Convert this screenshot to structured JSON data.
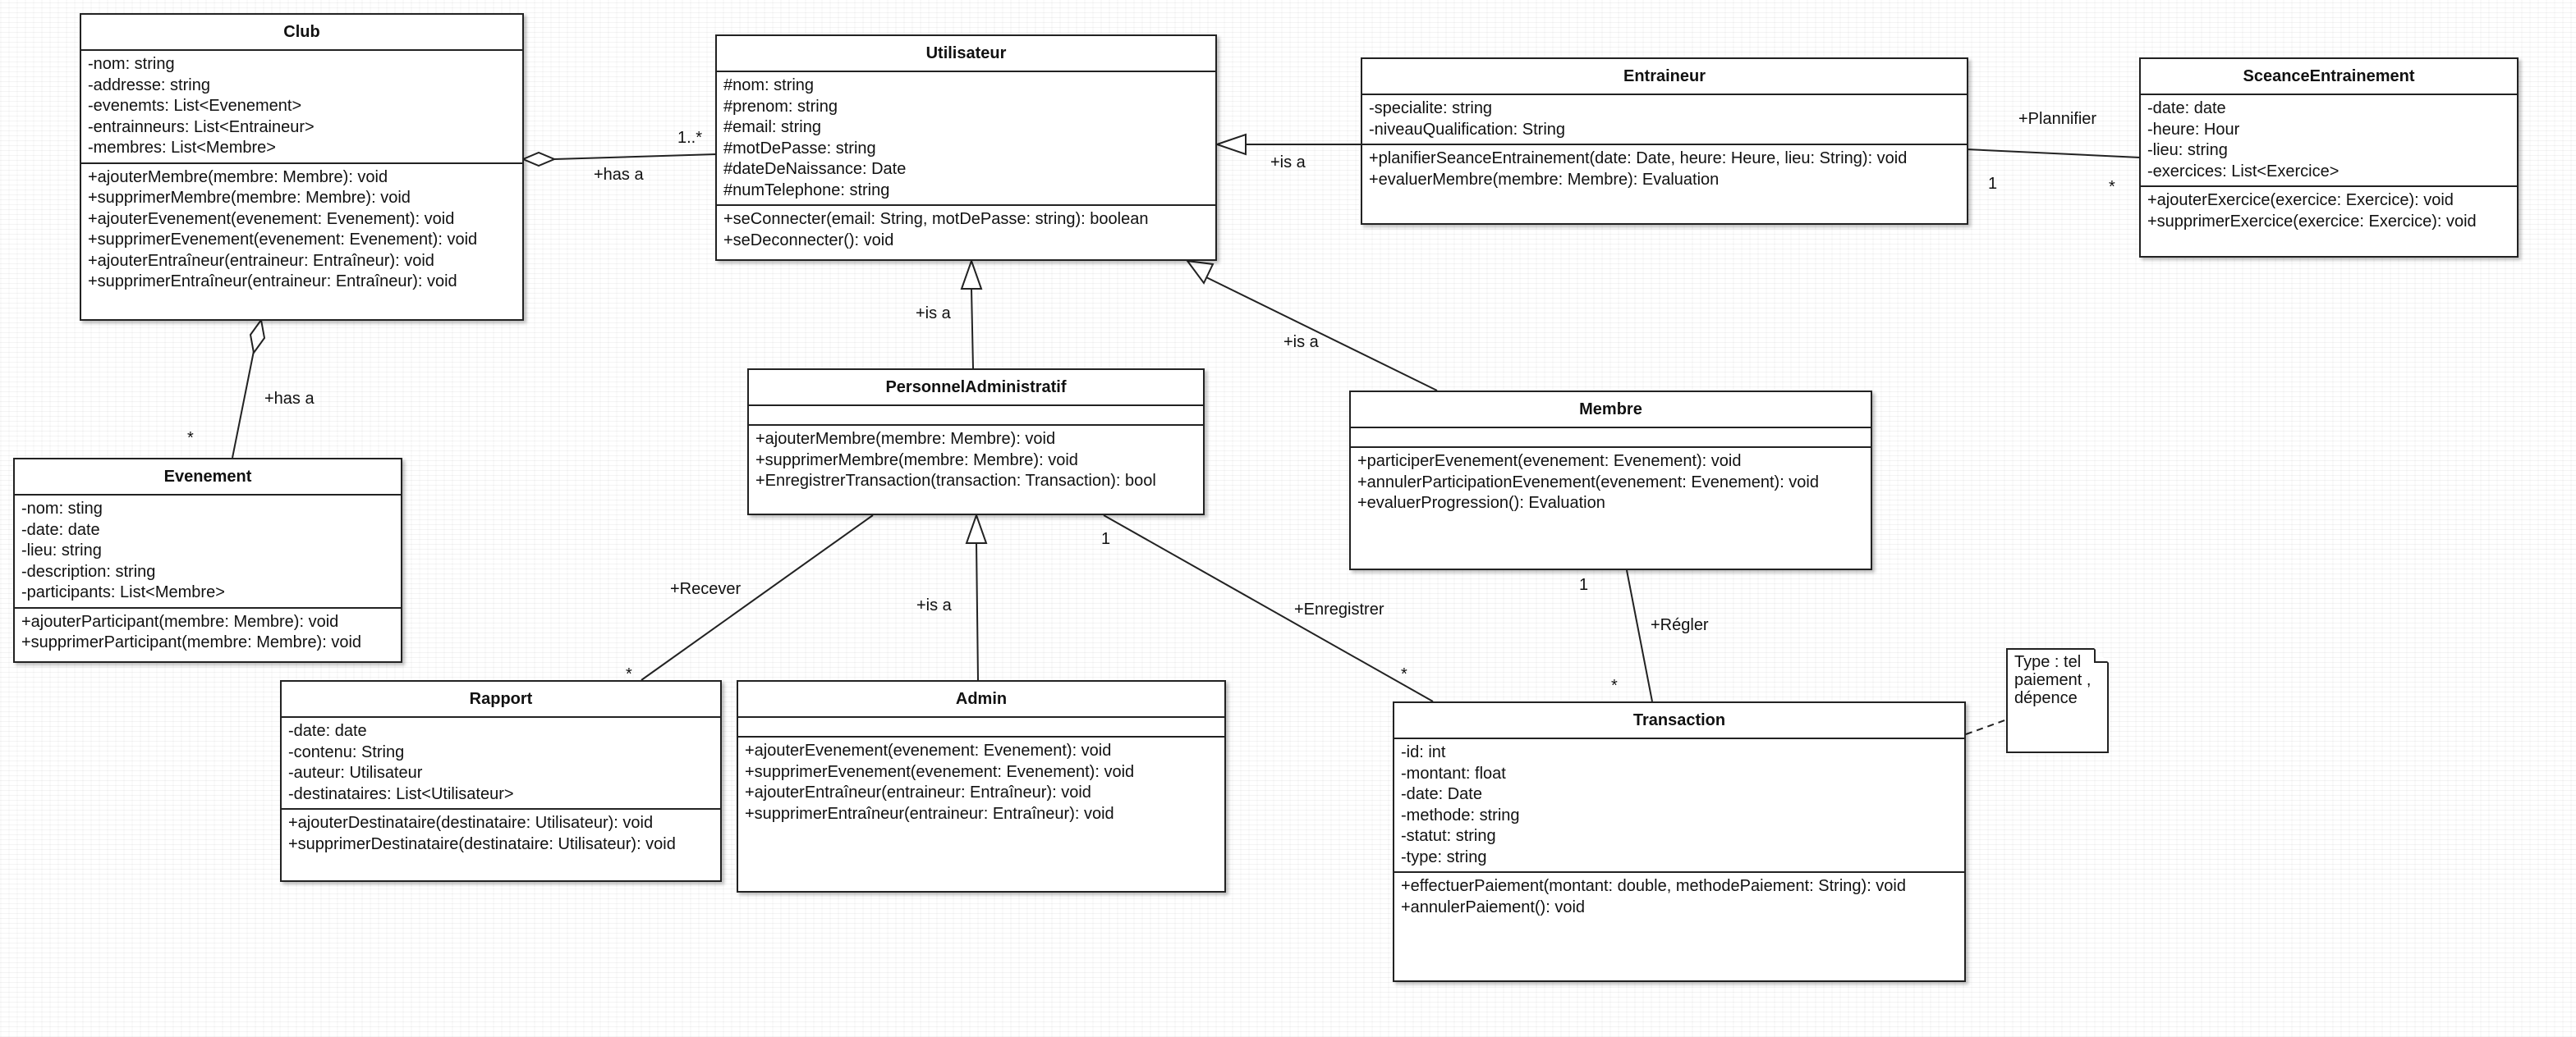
{
  "classes": {
    "club": {
      "name": "Club",
      "attributes": [
        "-nom: string",
        "-addresse: string",
        "-evenemts: List<Evenement>",
        "-entrainneurs: List<Entraineur>",
        "-membres: List<Membre>"
      ],
      "operations": [
        "+ajouterMembre(membre: Membre): void",
        "+supprimerMembre(membre: Membre): void",
        "+ajouterEvenement(evenement: Evenement): void",
        "+supprimerEvenement(evenement: Evenement): void",
        "+ajouterEntraîneur(entraineur: Entraîneur): void",
        "+supprimerEntraîneur(entraineur: Entraîneur): void"
      ]
    },
    "utilisateur": {
      "name": "Utilisateur",
      "attributes": [
        "#nom: string",
        "#prenom: string",
        "#email: string",
        "#motDePasse: string",
        "#dateDeNaissance: Date",
        "#numTelephone: string"
      ],
      "operations": [
        "+seConnecter(email: String, motDePasse: string): boolean",
        "+seDeconnecter(): void"
      ]
    },
    "entraineur": {
      "name": "Entraineur",
      "attributes": [
        "-specialite: string",
        "-niveauQualification: String"
      ],
      "operations": [
        "+planifierSeanceEntrainement(date: Date, heure: Heure, lieu: String): void",
        "+evaluerMembre(membre: Membre): Evaluation"
      ]
    },
    "seance": {
      "name": "SceanceEntrainement",
      "attributes": [
        "-date: date",
        "-heure: Hour",
        "-lieu: string",
        "-exercices: List<Exercice>"
      ],
      "operations": [
        "+ajouterExercice(exercice: Exercice): void",
        "+supprimerExercice(exercice: Exercice): void"
      ]
    },
    "evenement": {
      "name": "Evenement",
      "attributes": [
        "-nom: sting",
        "-date: date",
        "-lieu: string",
        "-description: string",
        "-participants: List<Membre>"
      ],
      "operations": [
        "+ajouterParticipant(membre: Membre): void",
        "+supprimerParticipant(membre: Membre): void"
      ]
    },
    "personnel": {
      "name": "PersonnelAdministratif",
      "attributes": [],
      "operations": [
        "+ajouterMembre(membre: Membre): void",
        "+supprimerMembre(membre: Membre): void",
        "+EnregistrerTransaction(transaction: Transaction): bool"
      ]
    },
    "membre": {
      "name": "Membre",
      "attributes": [],
      "operations": [
        "+participerEvenement(evenement: Evenement): void",
        "+annulerParticipationEvenement(evenement: Evenement): void",
        "+evaluerProgression(): Evaluation"
      ]
    },
    "rapport": {
      "name": "Rapport",
      "attributes": [
        "-date: date",
        "-contenu: String",
        "-auteur: Utilisateur",
        "-destinataires: List<Utilisateur>"
      ],
      "operations": [
        "+ajouterDestinataire(destinataire: Utilisateur): void",
        "+supprimerDestinataire(destinataire: Utilisateur): void"
      ]
    },
    "admin": {
      "name": "Admin",
      "attributes": [],
      "operations": [
        "+ajouterEvenement(evenement: Evenement): void",
        "+supprimerEvenement(evenement: Evenement): void",
        "+ajouterEntraîneur(entraineur: Entraîneur): void",
        "+supprimerEntraîneur(entraineur: Entraîneur): void"
      ]
    },
    "transaction": {
      "name": "Transaction",
      "attributes": [
        "-id: int",
        "-montant: float",
        "-date: Date",
        "-methode: string",
        "-statut: string",
        "-type: string"
      ],
      "operations": [
        "+effectuerPaiement(montant: double, methodePaiement: String): void",
        "+annulerPaiement(): void"
      ]
    }
  },
  "labels": {
    "has_a_1": "+has a",
    "mult_1star": "1..*",
    "has_a_2": "+has a",
    "mult_star_evt": "*",
    "is_a_entraineur": "+is a",
    "plannifier": "+Plannifier",
    "mult_1_plan": "1",
    "mult_star_plan": "*",
    "is_a_personnel": "+is a",
    "is_a_membre": "+is a",
    "recever": "+Recever",
    "mult_star_rapport": "*",
    "is_a_admin": "+is a",
    "mult_1_enreg": "1",
    "enregistrer": "+Enregistrer",
    "mult_star_enreg": "*",
    "mult_1_regler": "1",
    "regler": "+Régler",
    "mult_star_regler": "*"
  },
  "note": {
    "lines": [
      "Type : tel",
      "paiement ,",
      "dépence"
    ]
  }
}
